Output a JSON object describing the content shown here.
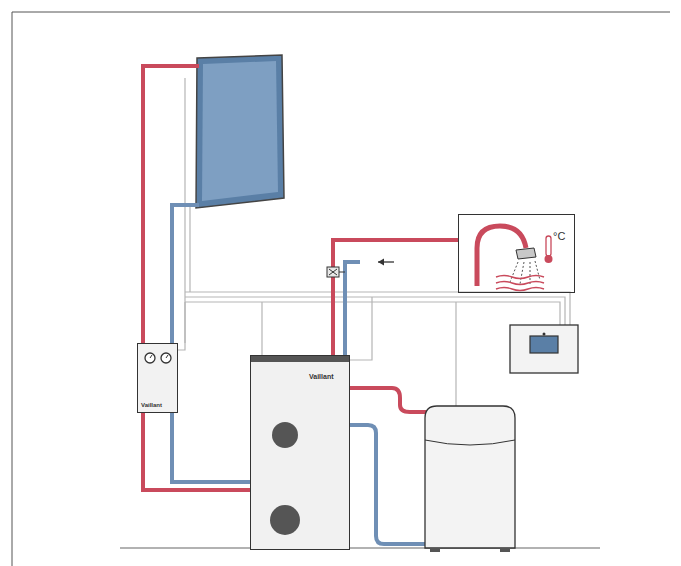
{
  "diagram": {
    "nodes": [
      {
        "text": [
          "°C"
        ]
      },
      {
        "text": [
          "Vaillant"
        ]
      },
      {
        "text": [
          "Vaillant"
        ]
      }
    ],
    "edges": [
      {
        "from": 1,
        "to": 2,
        "arrow": "none"
      },
      {
        "from": 1,
        "to": 2,
        "arrow": "none"
      },
      {
        "from": 2,
        "to": 0,
        "arrow": "none"
      }
    ]
  }
}
